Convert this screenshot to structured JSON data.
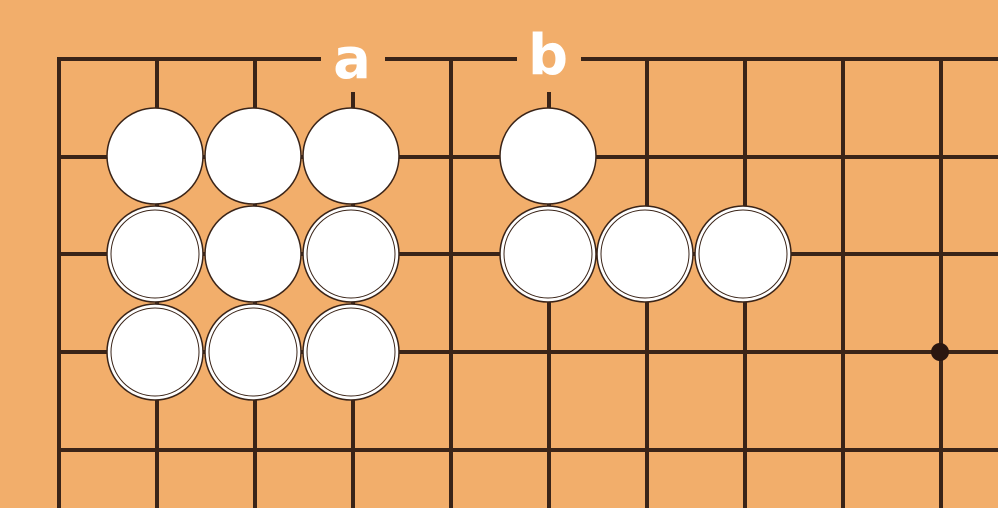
{
  "board": {
    "background_color": "#F2AE6B",
    "line_color": "#3A2418",
    "stone_color": "#FFFFFF"
  },
  "labels": [
    {
      "id": "a",
      "text": "a"
    },
    {
      "id": "b",
      "text": "b"
    }
  ],
  "stones": {
    "group_left": [
      {
        "color": "white"
      },
      {
        "color": "white"
      },
      {
        "color": "white"
      },
      {
        "color": "white"
      },
      {
        "color": "white"
      },
      {
        "color": "white"
      },
      {
        "color": "white"
      },
      {
        "color": "white"
      },
      {
        "color": "white"
      }
    ],
    "group_right": [
      {
        "color": "white"
      },
      {
        "color": "white"
      },
      {
        "color": "white"
      },
      {
        "color": "white"
      }
    ]
  },
  "star_points": 1
}
